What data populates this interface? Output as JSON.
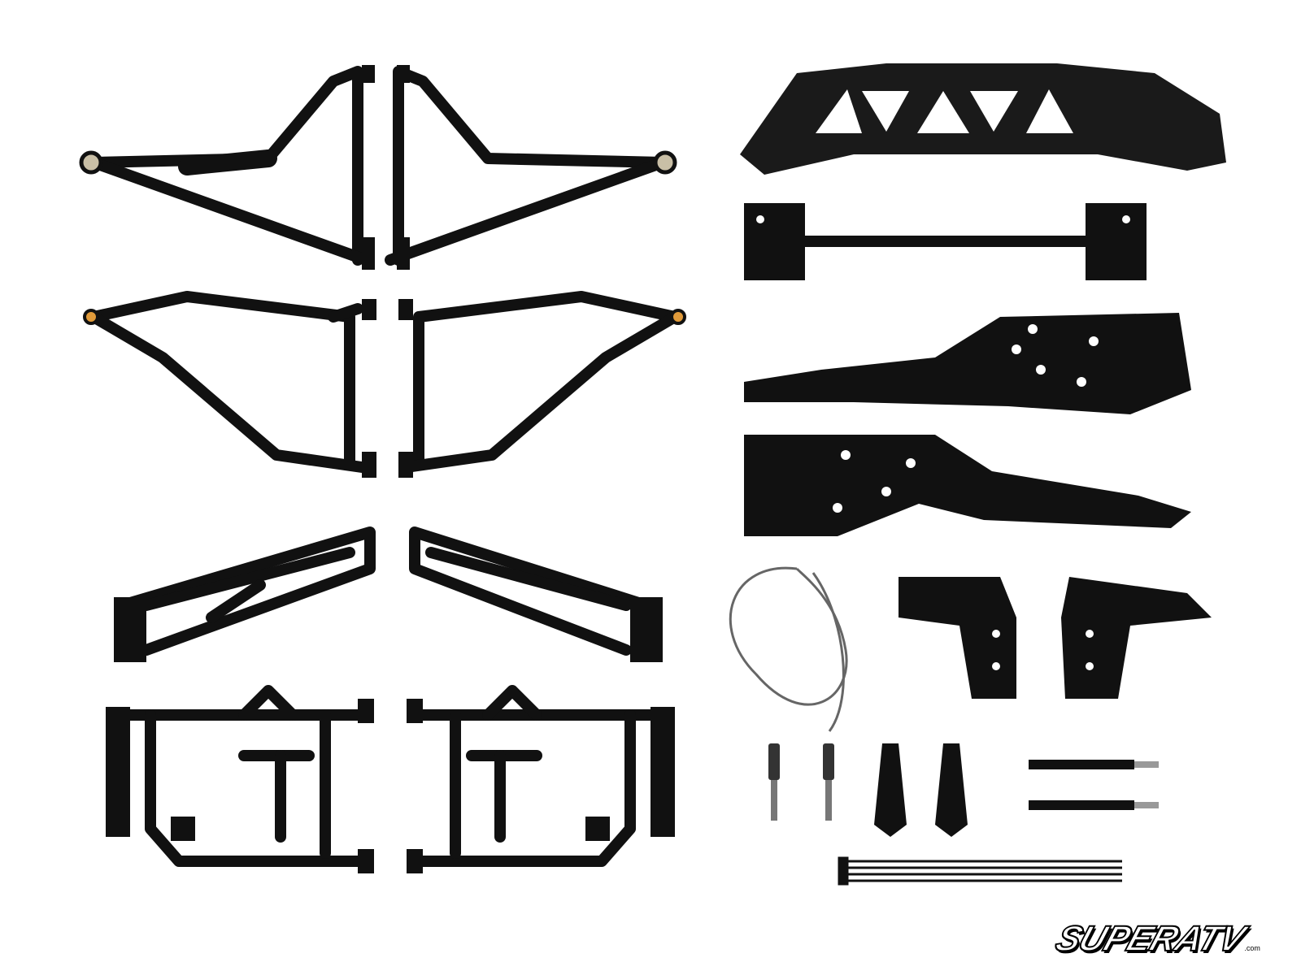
{
  "image": {
    "subject": "UTV lift kit product photo",
    "background": "#ffffff",
    "part_color": "#111111"
  },
  "logo": {
    "brand": "SUPERATV",
    "suffix": ".com"
  },
  "parts": [
    {
      "name": "upper-a-arm-left"
    },
    {
      "name": "upper-a-arm-right"
    },
    {
      "name": "lower-a-arm-left"
    },
    {
      "name": "lower-a-arm-right"
    },
    {
      "name": "rear-upper-arm-left"
    },
    {
      "name": "rear-upper-arm-right"
    },
    {
      "name": "rear-lower-arm-left"
    },
    {
      "name": "rear-lower-arm-right"
    },
    {
      "name": "front-bracket-plate"
    },
    {
      "name": "cross-bar-bracket"
    },
    {
      "name": "side-bracket-upper"
    },
    {
      "name": "side-bracket-lower"
    },
    {
      "name": "brake-line"
    },
    {
      "name": "small-bracket-left"
    },
    {
      "name": "small-bracket-right"
    },
    {
      "name": "tie-rod-ends"
    },
    {
      "name": "rack-boots"
    },
    {
      "name": "extension-studs"
    },
    {
      "name": "zip-ties"
    }
  ]
}
